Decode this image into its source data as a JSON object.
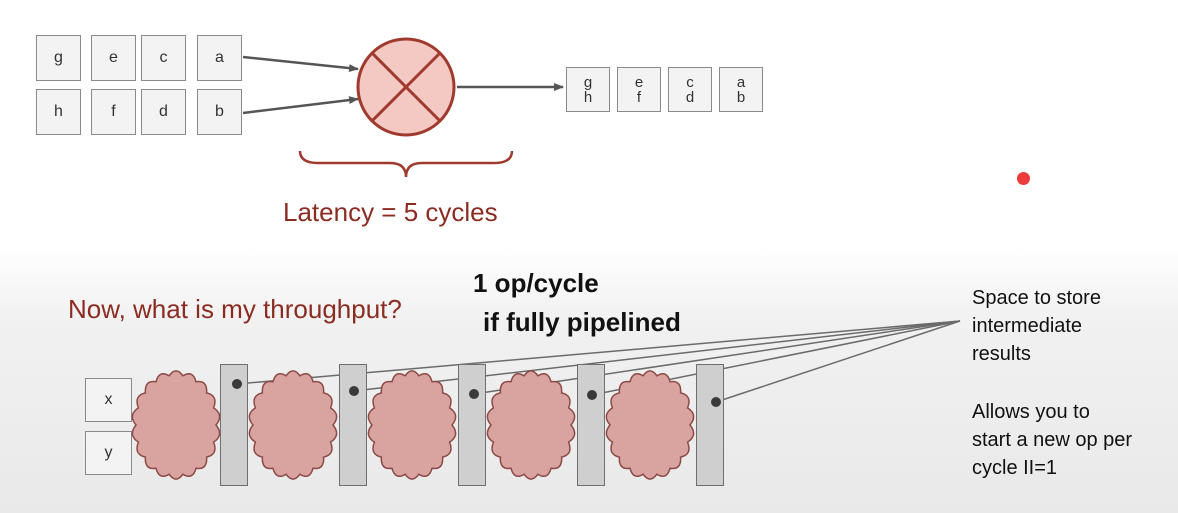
{
  "input_grid": [
    {
      "top": "g",
      "bottom": "h"
    },
    {
      "top": "e",
      "bottom": "f"
    },
    {
      "top": "c",
      "bottom": "d"
    },
    {
      "top": "a",
      "bottom": "b"
    }
  ],
  "output_pairs": [
    {
      "top": "g",
      "bottom": "h"
    },
    {
      "top": "e",
      "bottom": "f"
    },
    {
      "top": "c",
      "bottom": "d"
    },
    {
      "top": "a",
      "bottom": "b"
    }
  ],
  "latency_label": "Latency = 5 cycles",
  "question": "Now, what is my throughput?",
  "answer_line1": "1 op/cycle",
  "answer_line2": "if fully pipelined",
  "pipeline_inputs": [
    "x",
    "y"
  ],
  "note_storage": [
    "Space to store",
    "intermediate",
    "results"
  ],
  "note_allows": [
    "Allows you to",
    "start a new op per",
    "cycle II=1"
  ],
  "colors": {
    "accent_red": "#8b2c22",
    "multiplier_fill": "#f4c9c4",
    "multiplier_stroke": "#a13a2e",
    "cloud_fill": "#d9a3a0",
    "cloud_stroke": "#8c4a46",
    "laser_dot": "#ee3b3b"
  }
}
